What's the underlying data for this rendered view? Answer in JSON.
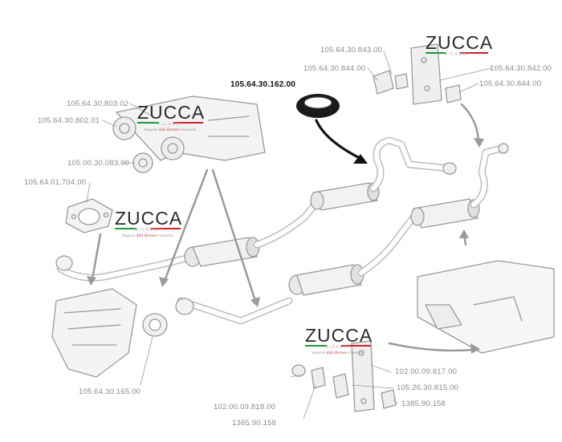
{
  "brand": {
    "name": "ZUCCA",
    "sub": "RICAMBI",
    "tagline_pre": "Negozio",
    "tagline_brand": "Alfa Romeo",
    "tagline_post": "Classiche",
    "colors": {
      "green": "#1a9a3a",
      "red": "#d0202a"
    }
  },
  "highlight_part": "105.64.30.162.00",
  "parts": {
    "p_843": "105.64.30.843.00",
    "p_844a": "105.64.30.844.00",
    "p_842": "105.64.30.842.00",
    "p_844b": "105.64.30.844.00",
    "p_80302": "105.64.30.803.02",
    "p_80201": "105.64.30.802.01",
    "p_08300": "105.00.30.083.00",
    "p_70400": "105.64.01.704.00",
    "p_16500": "105.64.30.165.00",
    "p_81700": "102.00.09.817.00",
    "p_81500": "105.26.30.815.00",
    "p_1385a": "1385.90.158",
    "p_81800": "102.00.09.818.00",
    "p_1385b": "1365.90.158"
  }
}
